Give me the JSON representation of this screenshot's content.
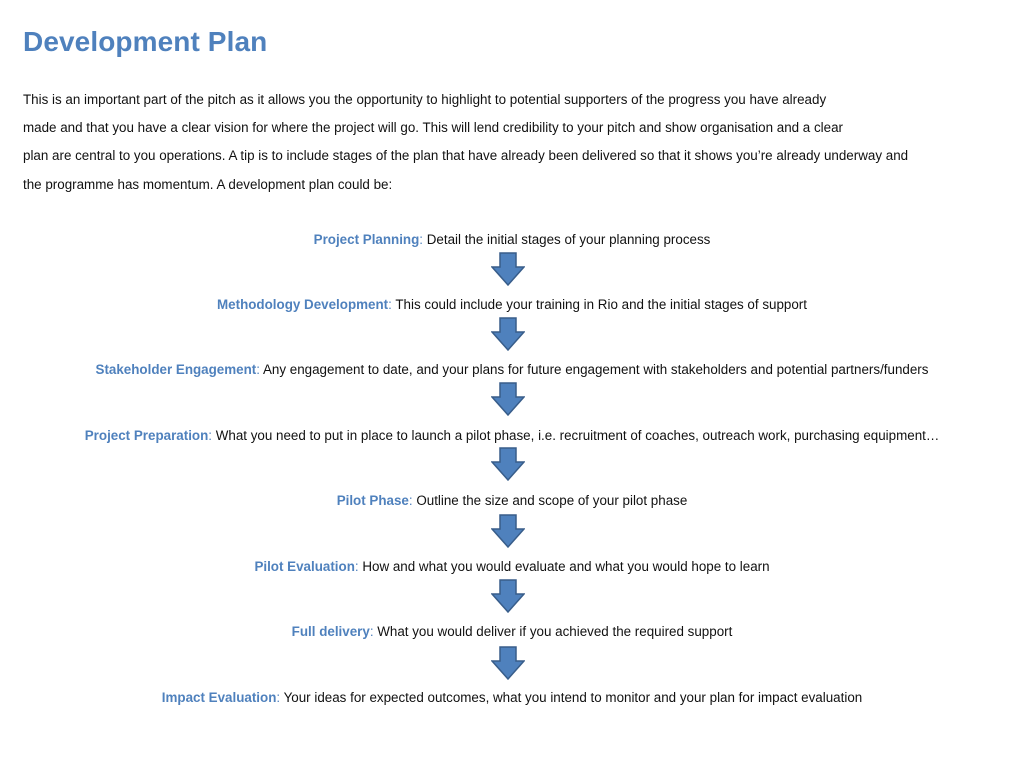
{
  "document": {
    "title": "Development Plan",
    "intro_lines": [
      "This is an important part of the pitch as it allows you the opportunity to highlight to potential supporters of the progress you have already",
      "made and that you have a clear vision for where the project will go. This will lend credibility to your pitch and show organisation and a clear",
      "plan are central to you operations. A tip is to include stages of the plan that have already been delivered so that it shows you’re already underway and",
      "the programme has  momentum. A development plan could be:"
    ],
    "steps": [
      {
        "name": "Project Planning",
        "separator": ":",
        "description": " Detail the initial stages of your planning process"
      },
      {
        "name": "Methodology Development",
        "separator": ":",
        "description": " This could include your training in Rio and the initial stages of support"
      },
      {
        "name": "Stakeholder Engagement",
        "separator": ":",
        "description": " Any engagement to date, and your plans for future engagement with stakeholders and potential partners/funders"
      },
      {
        "name": "Project Preparation",
        "separator": ":",
        "description": " What you need to put in place to launch a pilot phase, i.e. recruitment of coaches, outreach work, purchasing equipment…"
      },
      {
        "name": "Pilot Phase",
        "separator": ":",
        "description": " Outline the size and scope of your pilot phase"
      },
      {
        "name": "Pilot Evaluation",
        "separator": ":",
        "description": " How and what you would evaluate and what you would hope to learn"
      },
      {
        "name": "Full delivery",
        "separator": ":",
        "description": " What you would deliver if you achieved the required support"
      },
      {
        "name": "Impact Evaluation",
        "separator": ":",
        "description": " Your ideas for expected outcomes, what you intend to  monitor and your plan for impact evaluation"
      }
    ]
  },
  "colors": {
    "heading": "#4f81bd",
    "arrow_fill": "#4f81bd",
    "arrow_stroke": "#385d8a",
    "body_text": "#111111"
  },
  "icons": {
    "arrow": "down-arrow-icon"
  }
}
